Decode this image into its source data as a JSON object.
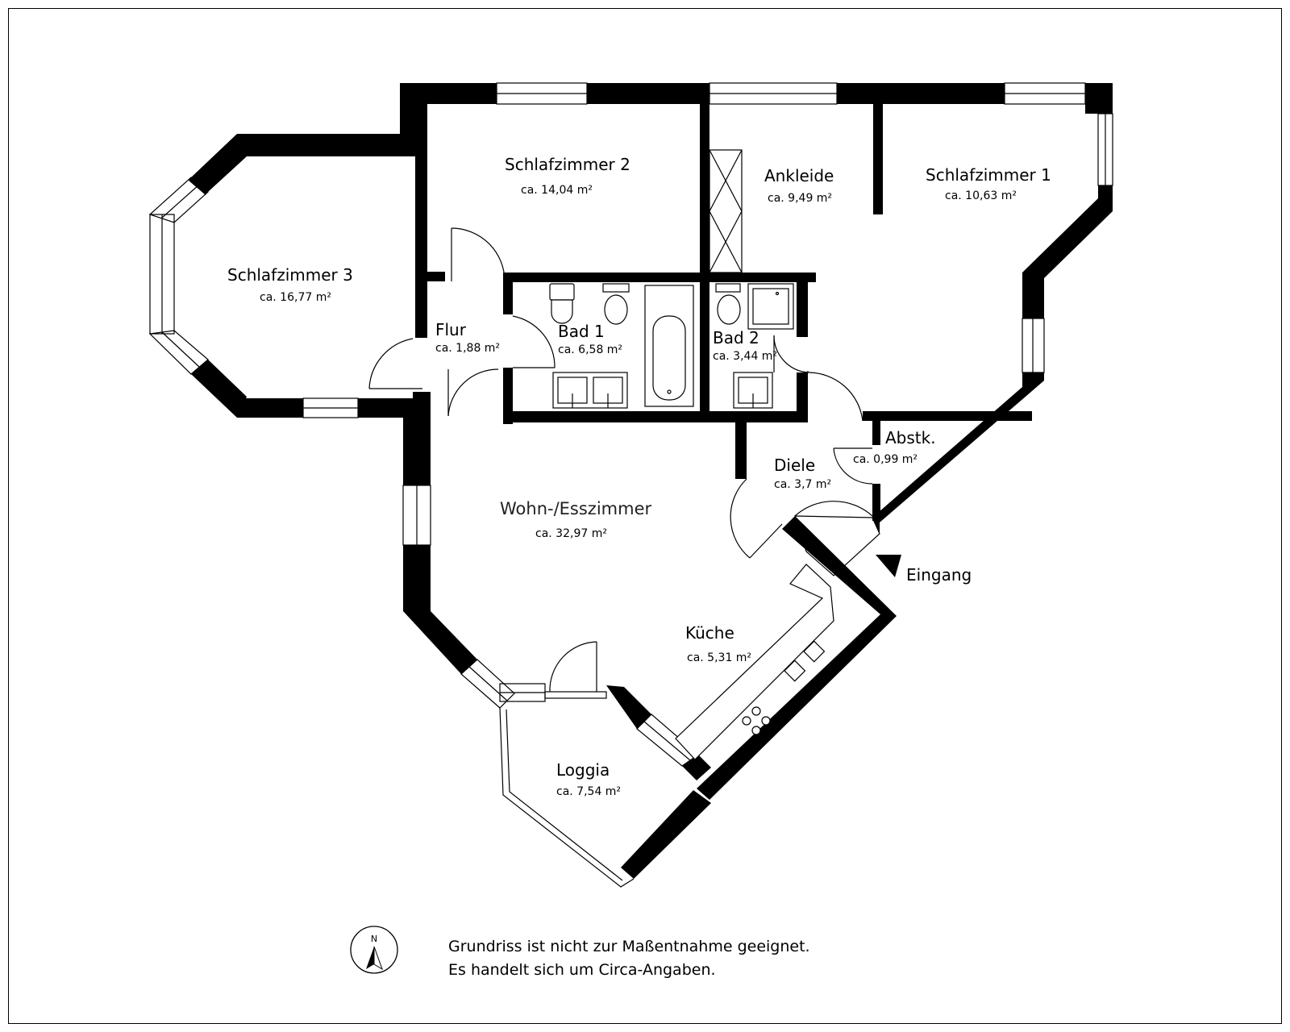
{
  "rooms": {
    "schlafzimmer3": {
      "name": "Schlafzimmer  3",
      "area": "ca. 16,77 m²"
    },
    "schlafzimmer2": {
      "name": "Schlafzimmer 2",
      "area": "ca. 14,04 m²"
    },
    "ankleide": {
      "name": "Ankleide",
      "area": "ca. 9,49 m²"
    },
    "schlafzimmer1": {
      "name": "Schlafzimmer 1",
      "area": "ca. 10,63 m²"
    },
    "flur": {
      "name": "Flur",
      "area": "ca. 1,88 m²"
    },
    "bad1": {
      "name": "Bad 1",
      "area": "ca. 6,58 m²"
    },
    "bad2": {
      "name": "Bad 2",
      "area": "ca. 3,44 m²"
    },
    "abstk": {
      "name": "Abstk.",
      "area": "ca. 0,99 m²"
    },
    "diele": {
      "name": "Diele",
      "area": "ca. 3,7 m²"
    },
    "wohn": {
      "name": "Wohn-/Esszimmer",
      "area": "ca. 32,97 m²"
    },
    "kueche": {
      "name": "Küche",
      "area": "ca. 5,31 m²"
    },
    "loggia": {
      "name": "Loggia",
      "area": "ca. 7,54 m²"
    }
  },
  "entrance": {
    "label": "Eingang"
  },
  "compass": {
    "label": "N"
  },
  "note": {
    "line1": "Grundriss ist nicht zur Maßentnahme geeignet.",
    "line2": "Es handelt sich um Circa-Angaben."
  },
  "colors": {
    "wall": "#000000",
    "background": "#ffffff"
  }
}
